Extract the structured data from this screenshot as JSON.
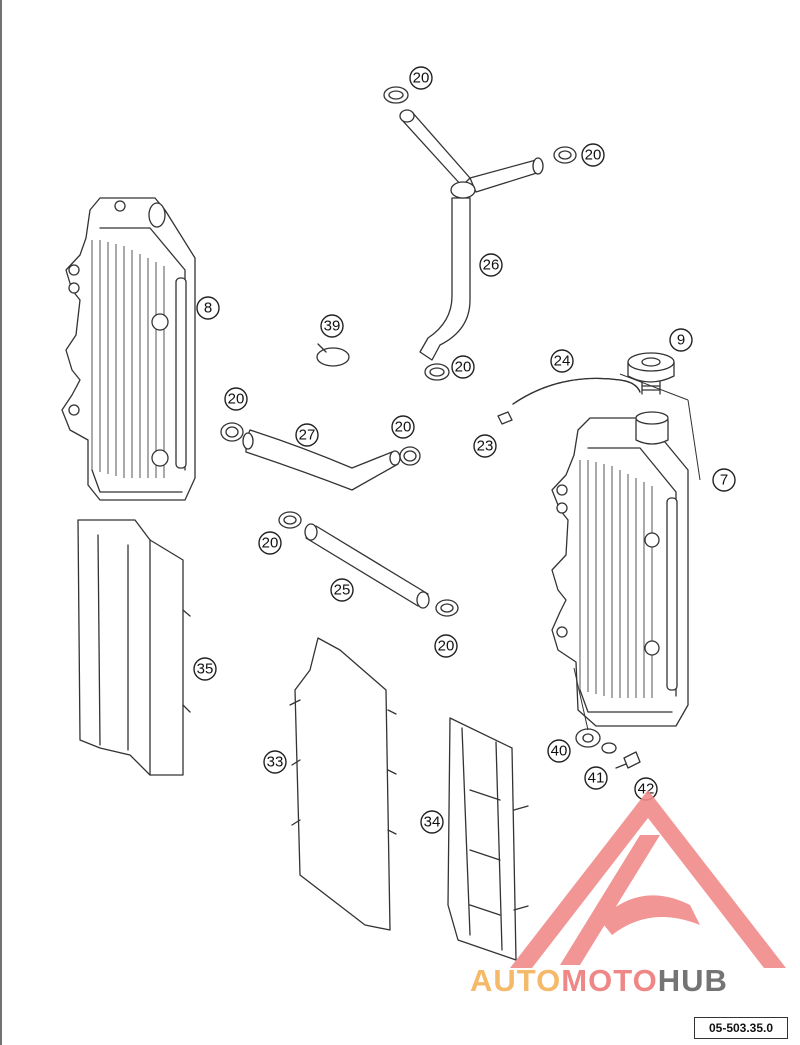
{
  "diagram": {
    "reference": "05-503.35.0",
    "callouts": {
      "c20a": "20",
      "c20b": "20",
      "c20c": "20",
      "c20d": "20",
      "c20e": "20",
      "c20f": "20",
      "c20g": "20",
      "c26": "26",
      "c8": "8",
      "c39": "39",
      "c27": "27",
      "c24": "24",
      "c9": "9",
      "c23": "23",
      "c7": "7",
      "c25": "25",
      "c35": "35",
      "c33": "33",
      "c34": "34",
      "c40": "40",
      "c41": "41",
      "c42": "42"
    }
  },
  "watermark": {
    "part1": "AUTO",
    "part2": "MOTO",
    "part3": "HUB",
    "colors": {
      "auto": "#f4b25a",
      "moto": "#ee7b7b",
      "hub": "#666666",
      "triangle": "#f08a8a"
    }
  }
}
